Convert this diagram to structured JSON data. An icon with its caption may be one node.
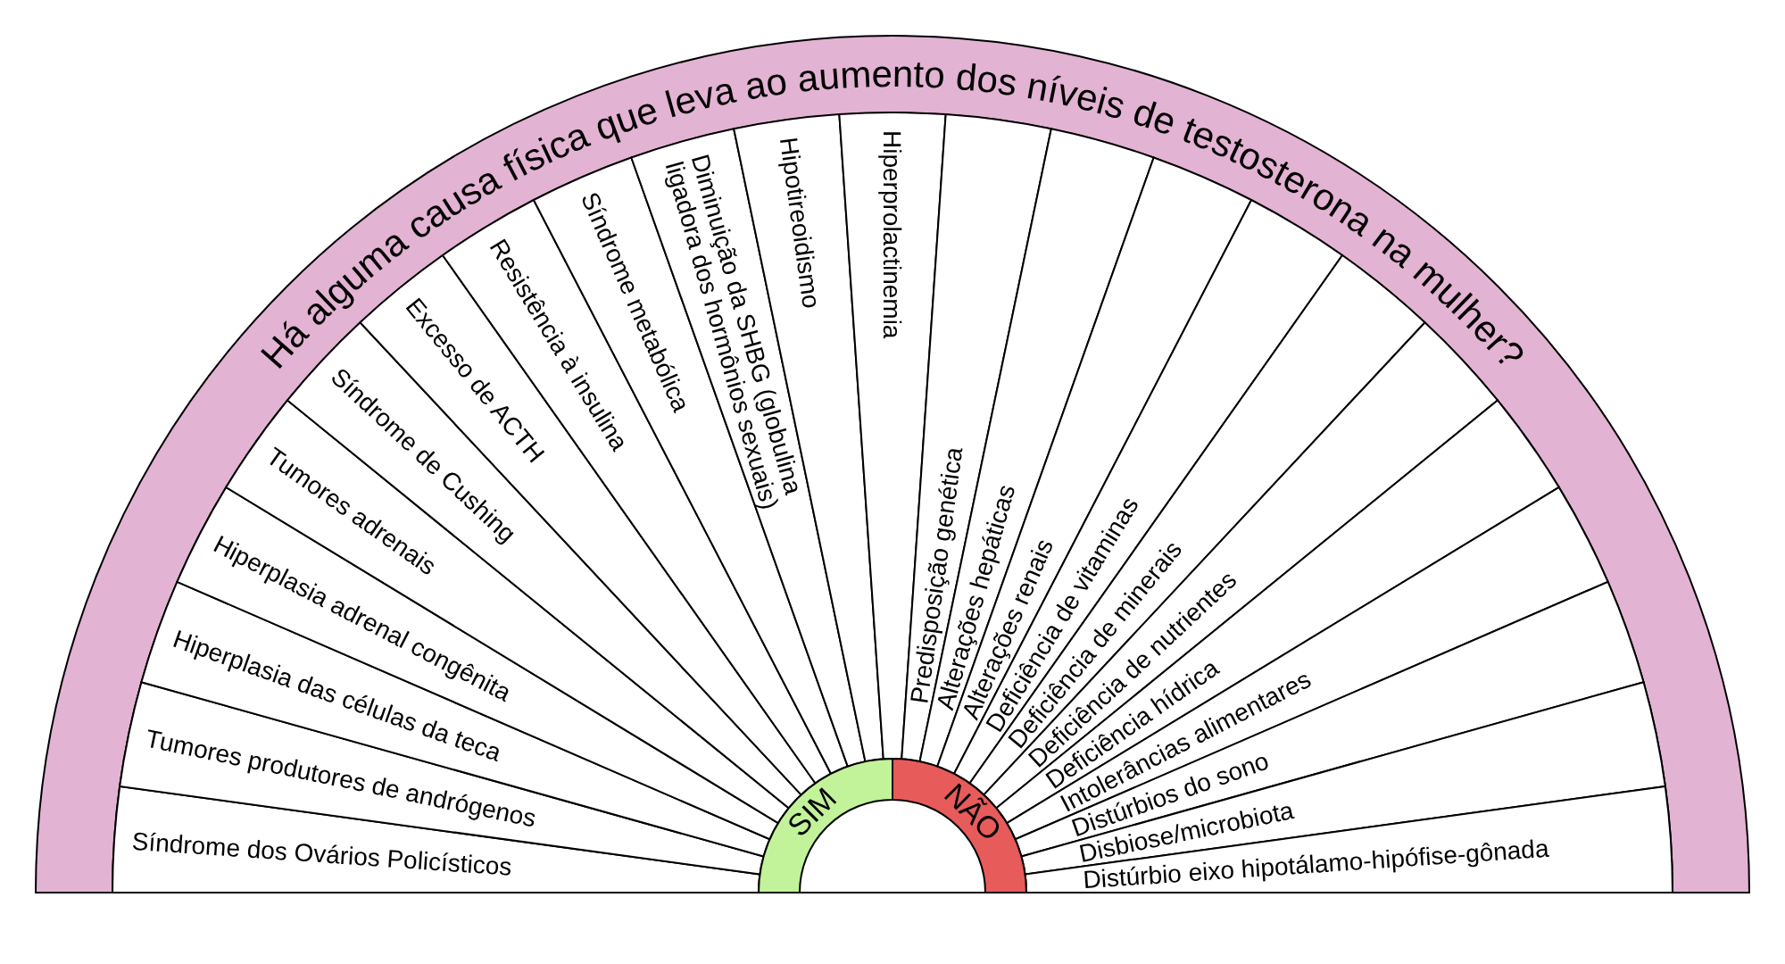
{
  "diagram": {
    "title": "Há alguma causa física que leva ao aumento dos níveis de testosterona na mulher?",
    "nodes": [
      {
        "text": [
          "Síndrome dos Ovários Policísticos"
        ]
      },
      {
        "text": [
          "Tumores produtores de andrógenos"
        ]
      },
      {
        "text": [
          "Hiperplasia das células da teca"
        ]
      },
      {
        "text": [
          "Hiperplasia adrenal congênita"
        ]
      },
      {
        "text": [
          "Tumores adrenais"
        ]
      },
      {
        "text": [
          "Síndrome de Cushing"
        ]
      },
      {
        "text": [
          "Excesso de ACTH"
        ]
      },
      {
        "text": [
          "Resistência à insulina"
        ]
      },
      {
        "text": [
          "Síndrome metabólica"
        ]
      },
      {
        "text": [
          "Diminuição da SHBG (globulina ligadora dos hormônios sexuais)"
        ]
      },
      {
        "text": [
          "Hipotireoidismo"
        ]
      },
      {
        "text": [
          "Hiperprolactinemia"
        ]
      },
      {
        "text": [
          "Predisposição genética"
        ]
      },
      {
        "text": [
          "Alterações hepáticas"
        ]
      },
      {
        "text": [
          "Alterações renais"
        ]
      },
      {
        "text": [
          "Deficiência de vitaminas"
        ]
      },
      {
        "text": [
          "Deficiência de minerais"
        ]
      },
      {
        "text": [
          "Deficiência de nutrientes"
        ]
      },
      {
        "text": [
          "Deficiência hídrica"
        ]
      },
      {
        "text": [
          "Intolerâncias alimentares"
        ]
      },
      {
        "text": [
          "Distúrbios do sono"
        ]
      },
      {
        "text": [
          "Disbiose/microbiota"
        ]
      },
      {
        "text": [
          "Distúrbio eixo hipotálamo-hipófise-gônada"
        ]
      },
      {
        "text": [
          "SIM"
        ]
      },
      {
        "text": [
          "NÃO"
        ]
      }
    ],
    "edges": []
  }
}
